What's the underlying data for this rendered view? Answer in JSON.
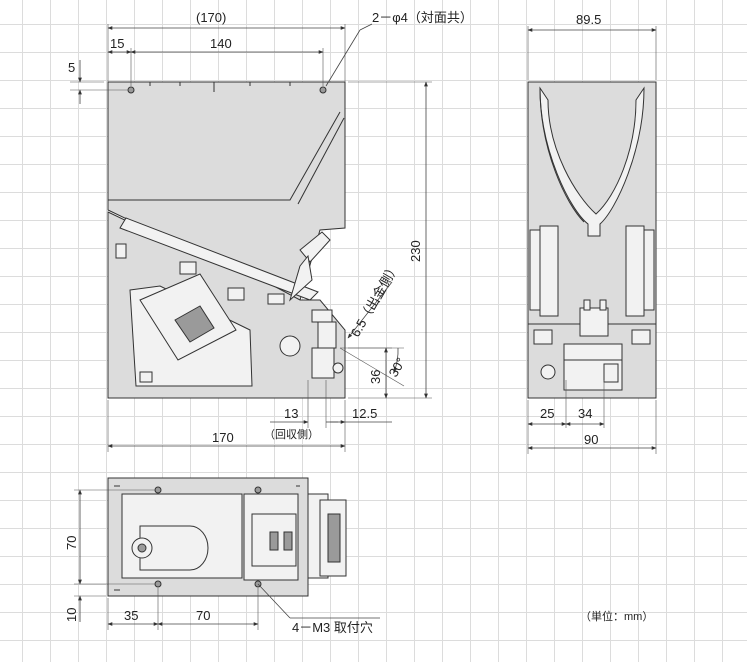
{
  "side_view": {
    "dim_total_paren": "(170)",
    "dim_holes": "2－φ4（対面共）",
    "dim_15": "15",
    "dim_140": "140",
    "dim_5": "5",
    "dim_230": "230",
    "dim_65": "6.5（出金側）",
    "dim_30": "30°",
    "dim_36": "36",
    "dim_13": "13",
    "dim_125": "12.5",
    "dim_recover": "（回収側）",
    "dim_170": "170"
  },
  "front_view": {
    "dim_895": "89.5",
    "dim_25": "25",
    "dim_34": "34",
    "dim_90": "90"
  },
  "bottom_view": {
    "dim_70v": "70",
    "dim_10": "10",
    "dim_35": "35",
    "dim_70h": "70",
    "dim_m3": "4－M3 取付穴"
  },
  "unit_note": "（単位：mm）"
}
